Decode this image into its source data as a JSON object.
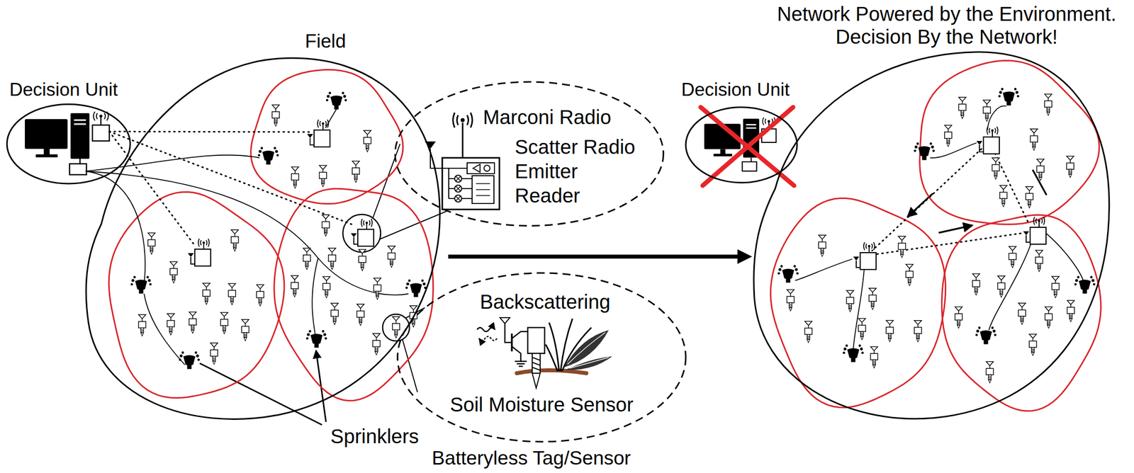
{
  "diagram": {
    "nodes": [
      {
        "text": [
          "Decision Unit"
        ]
      },
      {
        "text": [
          "Field"
        ]
      },
      {
        "text": [
          "Marconi Radio",
          "Scatter Radio Emitter Reader"
        ]
      },
      {
        "text": [
          "Backscattering",
          "Soil Moisture Sensor",
          "Batteryless Tag/Sensor"
        ]
      },
      {
        "text": [
          "Decision Unit"
        ]
      },
      {
        "text": [
          "Network Powered by the Environment. Decision By the Network!"
        ]
      }
    ],
    "edges": [
      {
        "from": 1,
        "to": 5,
        "arrow": "to"
      }
    ],
    "labels": [
      "Sprinklers"
    ]
  }
}
